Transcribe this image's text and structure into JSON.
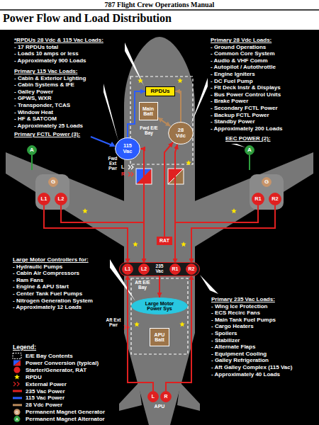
{
  "diagram": {
    "title": "Power Flow and Load Distribution",
    "nodes": [
      {
        "text": [
          "RPDUs"
        ]
      },
      {
        "text": [
          "Main Batt"
        ]
      },
      {
        "text": [
          "115 Vac"
        ]
      },
      {
        "text": [
          "28 Vdc"
        ]
      },
      {
        "text": [
          "A"
        ]
      },
      {
        "text": [
          "G"
        ]
      },
      {
        "text": [
          "L1"
        ]
      },
      {
        "text": [
          "L2"
        ]
      },
      {
        "text": [
          "A"
        ]
      },
      {
        "text": [
          "G"
        ]
      },
      {
        "text": [
          "R1"
        ]
      },
      {
        "text": [
          "R2"
        ]
      },
      {
        "text": [
          "RAT"
        ]
      },
      {
        "text": [
          "235 Vac"
        ]
      },
      {
        "text": [
          "L1"
        ],
        "in": 13
      },
      {
        "text": [
          "L2"
        ],
        "in": 13
      },
      {
        "text": [
          "R1"
        ],
        "in": 13
      },
      {
        "text": [
          "R2"
        ],
        "in": 13
      },
      {
        "text": [
          "Large Motor Power Sys"
        ]
      },
      {
        "text": [
          "APU Batt"
        ]
      },
      {
        "text": [
          "L"
        ]
      },
      {
        "text": [
          "R"
        ]
      }
    ],
    "edges": [
      {
        "from": 6,
        "to": 14,
        "arrow": "to"
      },
      {
        "from": 7,
        "to": 15,
        "arrow": "to"
      },
      {
        "from": 10,
        "to": 16,
        "arrow": "to"
      },
      {
        "from": 11,
        "to": 17,
        "arrow": "to"
      },
      {
        "from": 20,
        "to": 14,
        "arrow": "to"
      },
      {
        "from": 21,
        "to": 17,
        "arrow": "to"
      },
      {
        "from": 15,
        "to": 2,
        "arrow": "to"
      },
      {
        "from": 16,
        "to": 3,
        "arrow": "to"
      },
      {
        "from": 12,
        "to": 3,
        "arrow": "to"
      },
      {
        "from": 2,
        "to": 0,
        "arrow": "to"
      },
      {
        "from": 3,
        "to": 0,
        "arrow": "to"
      },
      {
        "from": 3,
        "to": 1,
        "arrow": "both"
      },
      {
        "from": 13,
        "to": 18,
        "arrow": "to"
      }
    ],
    "labels": [
      "787 Flight Crew Operations Manual",
      "*RPDUs 28 Vdc & 115 Vac Loads:",
      "- 17 RPDUs total",
      "- Loads 10 amps or less",
      "- Approximately 900 Loads",
      "Primary 115 Vac Loads:",
      "- Cabin & Exterior Lighting",
      "- Cabin Systems & IFE",
      "- Galley Power",
      "- GPWS, WXR",
      "- Transponder, TCAS",
      "- Window Heat",
      "- HF & SATCOM",
      "- Approximately 25 Loads",
      "Primary FCTL Power (3):",
      "Primary 28 Vdc Loads:",
      "- Ground Operations",
      "- Common Core System",
      "- Audio & VHF Comm",
      "- Autopilot / Autothrottle",
      "- Engine Igniters",
      "- DC Fuel Pump",
      "- Flt Deck Instr & Displays",
      "- Bus Power Control Units",
      "- Brake Power",
      "- Secondary FCTL Power",
      "- Backup FCTL Power",
      "- Standby Power",
      "- Approximately 200 Loads",
      "EEC POWER (2):",
      "Fwd E/E Bay",
      "Fwd Ext Pwr",
      "L",
      "R",
      "Large Motor Controllers for:",
      "- Hydraulic Pumps",
      "- Cabin Air Compressors",
      "- Ram Fans",
      "- Engine & APU Start",
      "- Center Tank Fuel Pumps",
      "- Nitrogen Generation System",
      "- Approximately 12 Loads",
      "Aft E/E Bay",
      "Aft Ext Pwr",
      "Primary 235 Vac Loads:",
      "- Wing Ice Protection",
      "- ECS Recirc Fans",
      "- Main Tank Fuel Pumps",
      "- Cargo Heaters",
      "- Spoilers",
      "- Stabilizer",
      "- Alternate Flaps",
      "- Equipment Cooling",
      "- Galley Refrigeration",
      "- Aft Galley Complex (115 Vac)",
      "- Approximately 40 Loads",
      "APU",
      "Legend:",
      "G",
      "A"
    ],
    "legend": [
      {
        "text": "E/E Bay Contents"
      },
      {
        "text": "Power Conversion (typical)"
      },
      {
        "text": "Starter/Generator, RAT"
      },
      {
        "text": "RPDU"
      },
      {
        "text": "External Power"
      },
      {
        "text": "235 Vac Power"
      },
      {
        "text": "115 Vac Power"
      },
      {
        "text": "28 Vdc Power"
      },
      {
        "text": "Permanent Magnet Generator"
      },
      {
        "text": "Permanent Magnet Alternator"
      }
    ]
  }
}
